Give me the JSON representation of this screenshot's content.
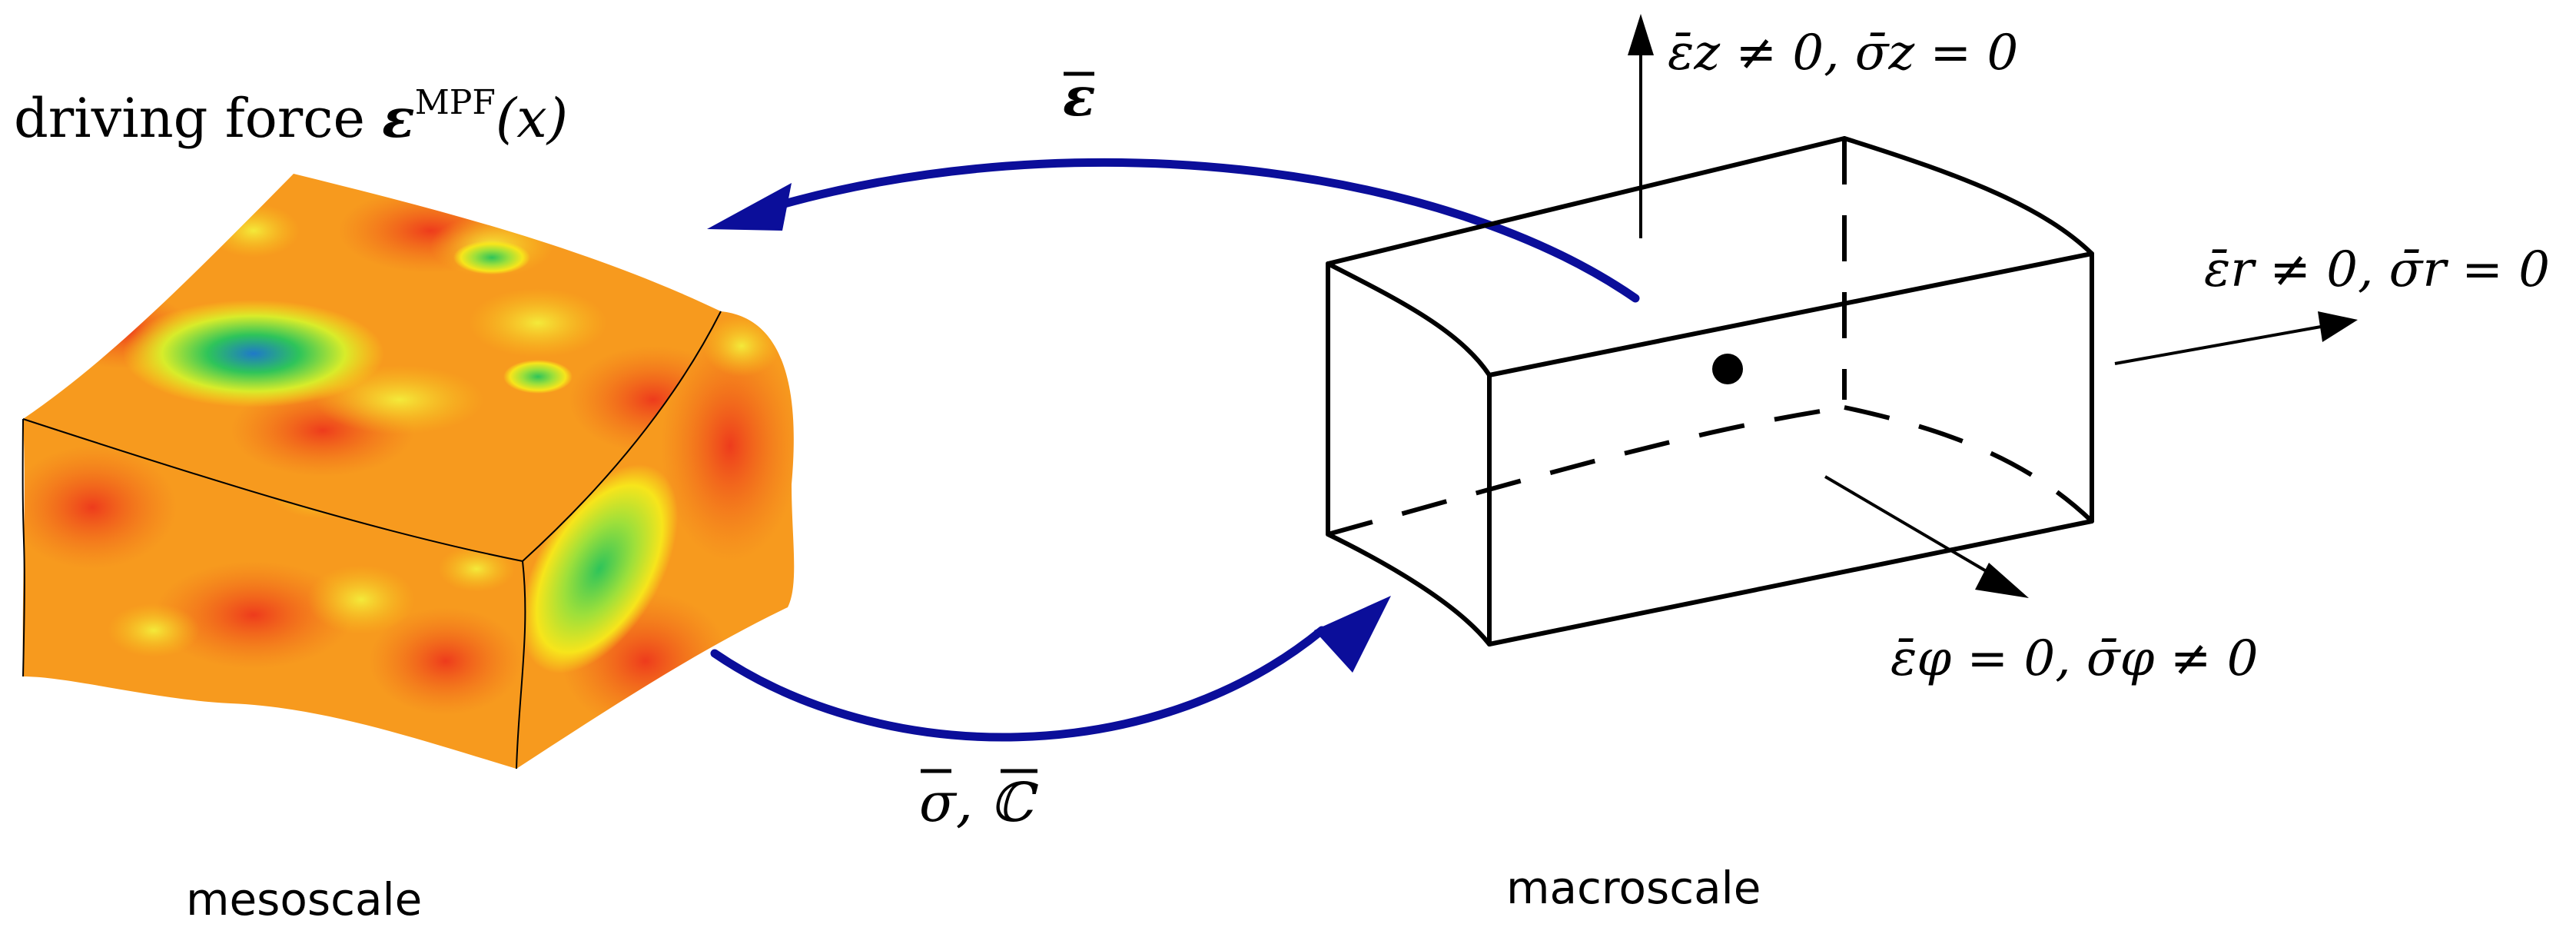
{
  "labels": {
    "driving_force": "driving force",
    "eps_bold": "ε",
    "mpf_sup": "MPF",
    "x_arg": "(x)",
    "eps_bar_top": "ε",
    "sigma_C": "σ, ℂ",
    "mesoscale": "mesoscale",
    "macroscale": "macroscale",
    "cond_z": "ε̄z ≠ 0, σ̄z = 0",
    "cond_r": "ε̄r ≠ 0, σ̄r = 0",
    "cond_phi": "ε̄φ = 0, σ̄φ ≠ 0"
  },
  "colors": {
    "arrow_blue": "#0b0e9a",
    "field_orange": "#f79a1e",
    "field_red": "#ee3b1c",
    "field_yellow": "#f7e51b",
    "field_green": "#2ec45a",
    "field_blue": "#1f79c9"
  }
}
